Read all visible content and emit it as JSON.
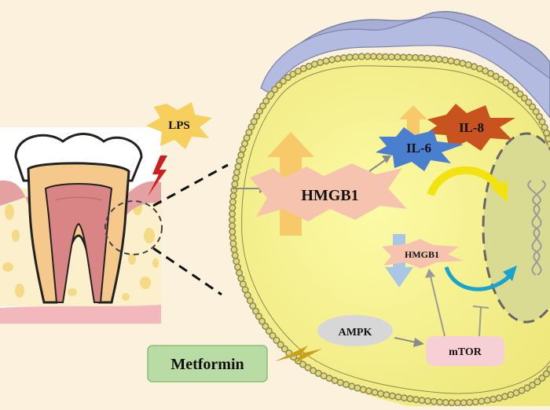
{
  "labels": {
    "lps": "LPS",
    "hmgb1_large": "HMGB1",
    "il6": "IL-6",
    "il8": "IL-8",
    "hmgb1_small": "HMGB1",
    "ampk": "AMPK",
    "mtor": "mTOR",
    "metformin": "Metformin"
  },
  "colors": {
    "background": "#fbf1dc",
    "cell_fill": "#f4ef8a",
    "nucleus_fill": "#dcdd8f",
    "outer_membrane": "#9ea6cf",
    "lps_star": "#f6cf5c",
    "hmgb1_star": "#f6c4ae",
    "il6_star": "#4a7fd0",
    "il8_star": "#c8531e",
    "ampk_ellipse": "#d7d7d7",
    "mtor_box": "#f7d0d6",
    "metformin_box": "#b9dca4",
    "up_arrow": "#f7c96a",
    "down_arrow": "#a9c6e6",
    "lightning": "#cc1f1f"
  },
  "icons": [
    "tooth-icon",
    "lightning-icon",
    "dna-icon"
  ]
}
